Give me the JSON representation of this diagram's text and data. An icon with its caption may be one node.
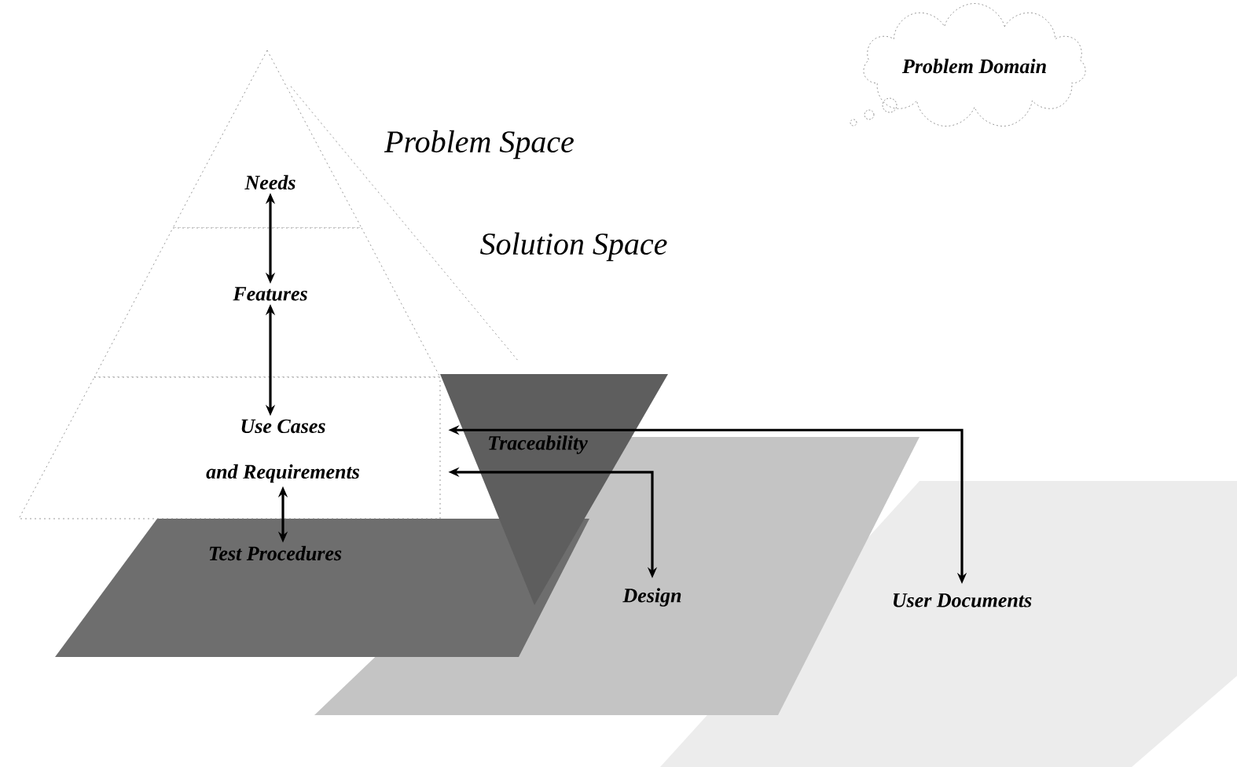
{
  "diagram": {
    "nodes": [
      {
        "text": [
          "Needs"
        ]
      },
      {
        "text": [
          "Features"
        ]
      },
      {
        "text": [
          "Use Cases",
          "and Requirements"
        ]
      },
      {
        "text": [
          "Test Procedures"
        ]
      },
      {
        "text": [
          "Design"
        ]
      },
      {
        "text": [
          "User Documents"
        ]
      },
      {
        "text": [
          "Problem Domain"
        ]
      }
    ],
    "edges": [
      {
        "from": 0,
        "to": 1,
        "arrow": "both"
      },
      {
        "from": 1,
        "to": 2,
        "arrow": "both"
      },
      {
        "from": 2,
        "to": 3,
        "arrow": "both"
      },
      {
        "from": 2,
        "to": 5,
        "arrow": "both"
      },
      {
        "from": 2,
        "to": 4,
        "arrow": "both"
      }
    ],
    "labels": [
      "Problem Space",
      "Solution Space",
      "Traceability"
    ]
  }
}
